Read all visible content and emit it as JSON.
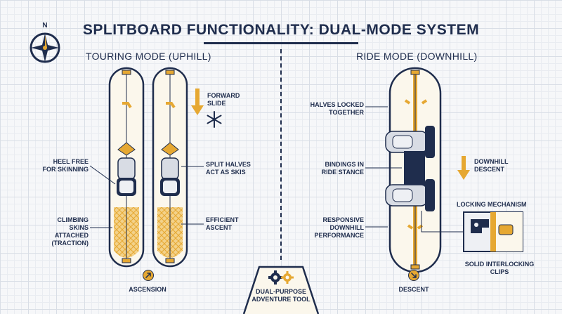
{
  "title": "SPLITBOARD FUNCTIONALITY: DUAL-MODE SYSTEM",
  "compass_letter": "N",
  "touring": {
    "heading": "TOURING MODE (UPHILL)",
    "forward_slide": "FORWARD\nSLIDE",
    "heel_free": "HEEL FREE\nFOR SKINNING",
    "split_halves": "SPLIT HALVES\nACT AS SKIS",
    "climbing_skins": "CLIMBING\nSKINS\nATTACHED\n(TRACTION)",
    "efficient": "EFFICIENT\nASCENT",
    "footer": "ASCENSION"
  },
  "ride": {
    "heading": "RIDE MODE (DOWNHILL)",
    "halves_locked": "HALVES LOCKED\nTOGETHER",
    "bindings": "BINDINGS IN\nRIDE STANCE",
    "downhill": "DOWNHILL\nDESCENT",
    "responsive": "RESPONSIVE\nDOWNHILL\nPERFORMANCE",
    "locking": "LOCKING MECHANISM",
    "clips": "SOLID INTERLOCKING\nCLIPS",
    "footer": "DESCENT"
  },
  "badge": "DUAL-PURPOSE\nADVENTURE TOOL",
  "colors": {
    "navy": "#1f2d4d",
    "gold": "#e6a832",
    "board": "#fbf7ec",
    "grid": "#d9dee6"
  },
  "icons": [
    "compass-icon",
    "snowflake-icon",
    "down-arrow-icon",
    "arrow-up-right-icon",
    "arrow-down-right-icon",
    "gears-icon"
  ]
}
